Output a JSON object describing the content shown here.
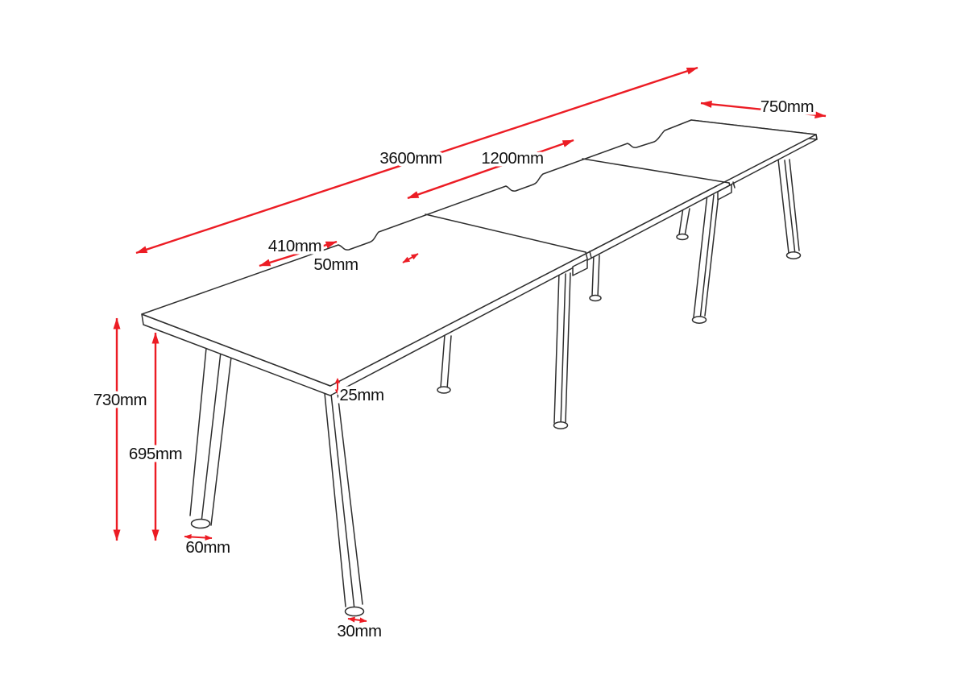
{
  "diagram": {
    "type": "technical-dimension-drawing",
    "subject": "three-position-bench-desk",
    "colors": {
      "dimension_red": "#ec1c24",
      "outline_ink": "#2e2e2e",
      "background": "#ffffff"
    },
    "dimensions": {
      "overall_length": "3600mm",
      "single_desk_length": "1200mm",
      "desk_depth": "750mm",
      "cutout_offset": "410mm",
      "cutout_gap": "50mm",
      "overall_height": "730mm",
      "underside_height": "695mm",
      "back_foot_width": "60mm",
      "desktop_thickness": "25mm",
      "front_foot_width": "30mm"
    }
  }
}
